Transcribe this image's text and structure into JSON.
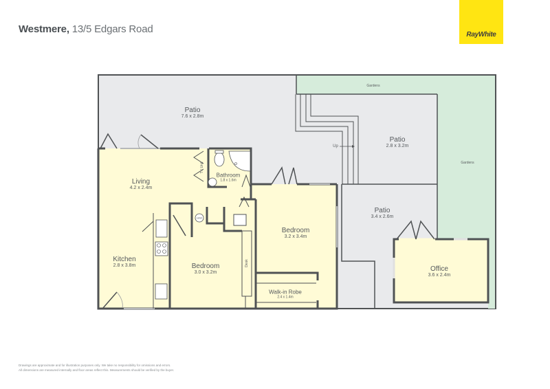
{
  "header": {
    "suburb": "Westmere,",
    "address": "13/5 Edgars Road"
  },
  "logo": {
    "brand": "RayWhite",
    "color": "#ffe512"
  },
  "colors": {
    "wall": "#4f5254",
    "interior": "#fffbd6",
    "patio": "#e9eaec",
    "garden": "#d6ecdb"
  },
  "rooms": {
    "patio_main": {
      "name": "Patio",
      "dim": "7.6 x 2.8m"
    },
    "patio_upper_right": {
      "name": "Patio",
      "dim": "2.8 x 3.2m"
    },
    "patio_lower_right": {
      "name": "Patio",
      "dim": "3.4 x 2.6m"
    },
    "living": {
      "name": "Living",
      "dim": "4.2 x 2.4m"
    },
    "bathroom": {
      "name": "Bathroom",
      "dim": "1.8 x 1.6m"
    },
    "kitchen": {
      "name": "Kitchen",
      "dim": "2.8 x 3.8m"
    },
    "bedroom1": {
      "name": "Bedroom",
      "dim": "3.0 x 3.2m"
    },
    "bedroom2": {
      "name": "Bedroom",
      "dim": "3.2 x 3.4m"
    },
    "walk_in_robe": {
      "name": "Walk-in Robe",
      "dim": "2.4 x 1.4m"
    },
    "office": {
      "name": "Office",
      "dim": "3.6 x 2.4m"
    }
  },
  "labels": {
    "gardens_top": "Gardens",
    "gardens_right": "Gardens",
    "stairs_up": "Up",
    "tv_unit": "TV Unit",
    "hot_water": "H/W",
    "desk": "Desk"
  },
  "footer": {
    "line1": "Drawings are approximate and for illustration purposes only. We take no responsibility for omissions and errors.",
    "line2": "All dimensions are measured internally and floor areas reflect this. Measurements should be verified by the buyer."
  }
}
